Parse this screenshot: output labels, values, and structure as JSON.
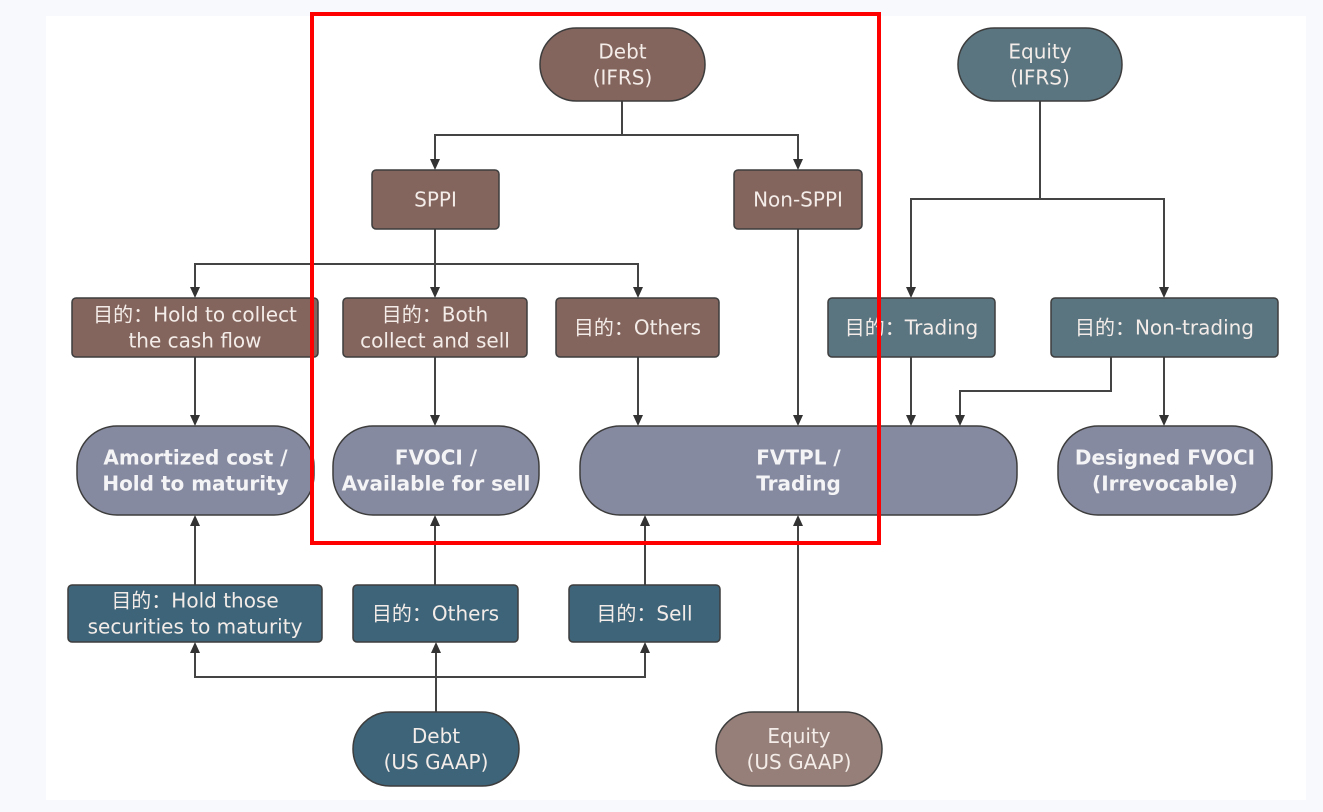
{
  "colors": {
    "brown": "#84655d",
    "slate_teal": "#5a7580",
    "gray_blue": "#868aa0",
    "dark_teal": "#3d6479",
    "light_brown": "#967f78",
    "highlight": "#ff0000",
    "line": "#444444"
  },
  "nodes": [
    {
      "id": "debt-ifrs",
      "shape": "pill",
      "color": "brown",
      "lines": [
        "Debt",
        "(IFRS)"
      ]
    },
    {
      "id": "equity-ifrs",
      "shape": "pill",
      "color": "slate_teal",
      "lines": [
        "Equity",
        "(IFRS)"
      ]
    },
    {
      "id": "sppi",
      "shape": "box",
      "color": "brown",
      "lines": [
        "SPPI"
      ]
    },
    {
      "id": "non-sppi",
      "shape": "box",
      "color": "brown",
      "lines": [
        "Non-SPPI"
      ]
    },
    {
      "id": "purpose-hold-collect",
      "shape": "box",
      "color": "brown",
      "lines": [
        "目的：Hold to collect",
        "the cash flow"
      ]
    },
    {
      "id": "purpose-both",
      "shape": "box",
      "color": "brown",
      "lines": [
        "目的：Both",
        "collect and sell"
      ]
    },
    {
      "id": "purpose-others-ifrs",
      "shape": "box",
      "color": "brown",
      "lines": [
        "目的：Others"
      ]
    },
    {
      "id": "purpose-trading",
      "shape": "box",
      "color": "slate_teal",
      "lines": [
        "目的：Trading"
      ]
    },
    {
      "id": "purpose-non-trading",
      "shape": "box",
      "color": "slate_teal",
      "lines": [
        "目的：Non-trading"
      ]
    },
    {
      "id": "amortized-cost",
      "shape": "pill",
      "color": "gray_blue",
      "bold": true,
      "lines": [
        "Amortized cost /",
        "Hold to maturity"
      ]
    },
    {
      "id": "fvoci",
      "shape": "pill",
      "color": "gray_blue",
      "bold": true,
      "lines": [
        "FVOCI /",
        "Available for sell"
      ]
    },
    {
      "id": "fvtpl",
      "shape": "pill",
      "color": "gray_blue",
      "bold": true,
      "lines": [
        "FVTPL /",
        "Trading"
      ]
    },
    {
      "id": "designed-fvoci",
      "shape": "pill",
      "color": "gray_blue",
      "bold": true,
      "lines": [
        "Designed FVOCI",
        "(Irrevocable)"
      ]
    },
    {
      "id": "purpose-hold-maturity",
      "shape": "box",
      "color": "dark_teal",
      "lines": [
        "目的：Hold those",
        "securities to maturity"
      ]
    },
    {
      "id": "purpose-others-gaap",
      "shape": "box",
      "color": "dark_teal",
      "lines": [
        "目的：Others"
      ]
    },
    {
      "id": "purpose-sell",
      "shape": "box",
      "color": "dark_teal",
      "lines": [
        "目的：Sell"
      ]
    },
    {
      "id": "debt-us-gaap",
      "shape": "pill",
      "color": "dark_teal",
      "lines": [
        "Debt",
        "(US GAAP)"
      ]
    },
    {
      "id": "equity-us-gaap",
      "shape": "pill",
      "color": "light_brown",
      "lines": [
        "Equity",
        "(US GAAP)"
      ]
    }
  ],
  "edges": [
    {
      "from": "debt-ifrs",
      "to": "sppi"
    },
    {
      "from": "debt-ifrs",
      "to": "non-sppi"
    },
    {
      "from": "sppi",
      "to": "purpose-hold-collect"
    },
    {
      "from": "sppi",
      "to": "purpose-both"
    },
    {
      "from": "sppi",
      "to": "purpose-others-ifrs"
    },
    {
      "from": "equity-ifrs",
      "to": "purpose-trading"
    },
    {
      "from": "equity-ifrs",
      "to": "purpose-non-trading"
    },
    {
      "from": "purpose-hold-collect",
      "to": "amortized-cost"
    },
    {
      "from": "purpose-both",
      "to": "fvoci"
    },
    {
      "from": "purpose-others-ifrs",
      "to": "fvtpl"
    },
    {
      "from": "non-sppi",
      "to": "fvtpl"
    },
    {
      "from": "purpose-trading",
      "to": "fvtpl"
    },
    {
      "from": "purpose-non-trading",
      "to": "fvtpl"
    },
    {
      "from": "purpose-non-trading",
      "to": "designed-fvoci"
    },
    {
      "from": "purpose-hold-maturity",
      "to": "amortized-cost"
    },
    {
      "from": "purpose-others-gaap",
      "to": "fvoci"
    },
    {
      "from": "purpose-sell",
      "to": "fvtpl"
    },
    {
      "from": "debt-us-gaap",
      "to": "purpose-hold-maturity"
    },
    {
      "from": "debt-us-gaap",
      "to": "purpose-others-gaap"
    },
    {
      "from": "debt-us-gaap",
      "to": "purpose-sell"
    },
    {
      "from": "equity-us-gaap",
      "to": "fvtpl"
    }
  ],
  "highlight": {
    "label": "IFRS debt classification highlight",
    "encloses": [
      "debt-ifrs",
      "sppi",
      "non-sppi",
      "purpose-both",
      "purpose-others-ifrs",
      "fvoci"
    ]
  }
}
